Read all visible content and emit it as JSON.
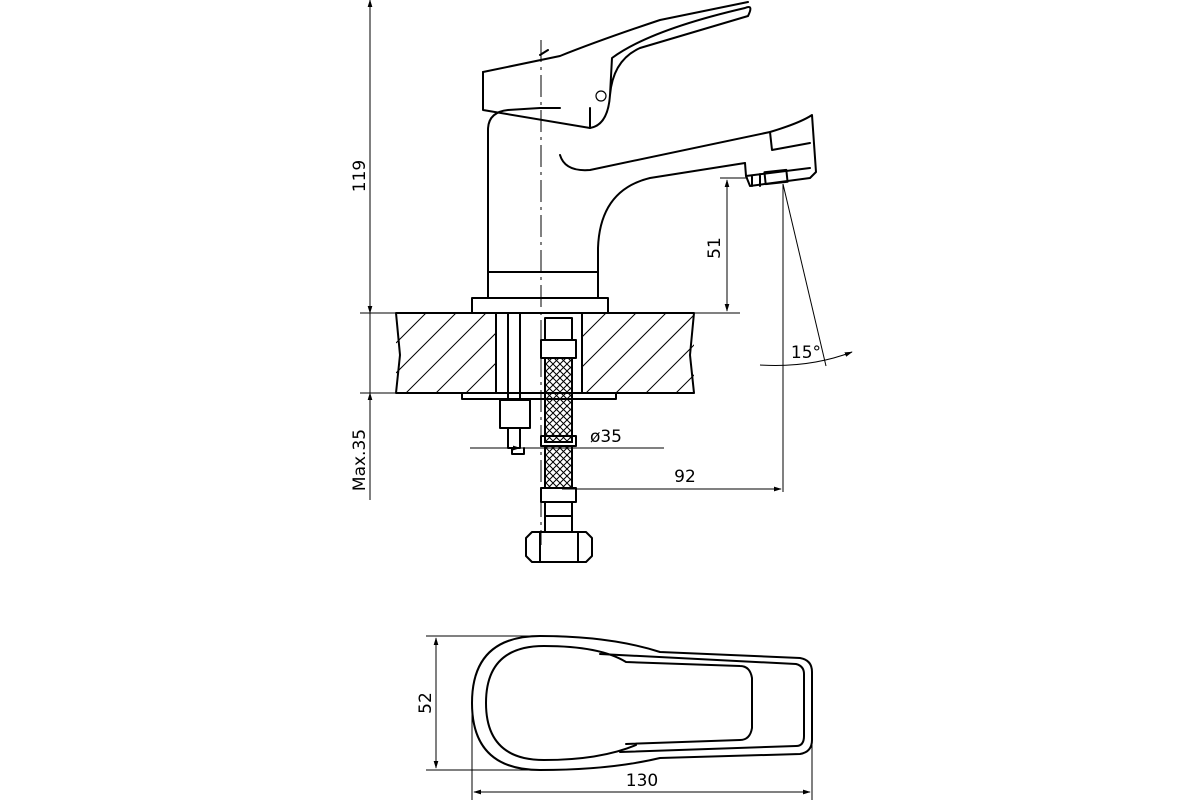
{
  "dimensions": {
    "total_height": "119",
    "spout_height": "51",
    "spray_angle": "15°",
    "max_deck_thickness": "Max.35",
    "hole_diameter": "ø35",
    "spout_reach": "92",
    "body_width": "52",
    "body_length": "130"
  },
  "colors": {
    "line": "#000000",
    "background": "#ffffff"
  }
}
